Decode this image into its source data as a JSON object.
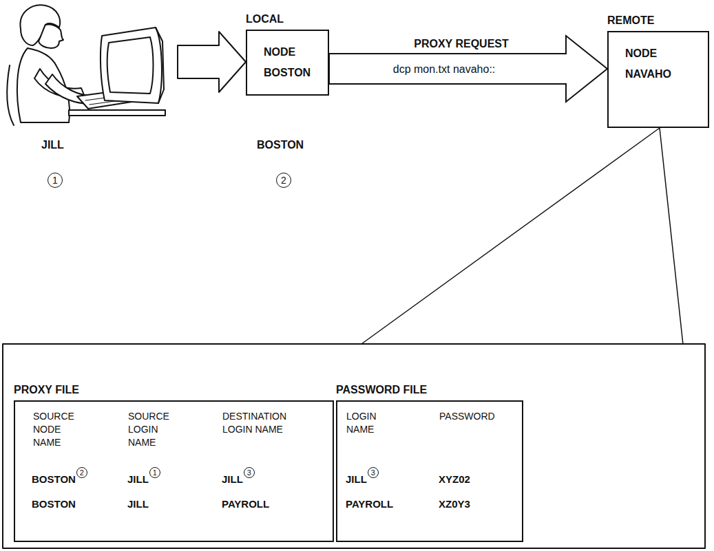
{
  "diagram": {
    "nodes": [
      {
        "text": [
          "LOCAL",
          "NODE BOSTON"
        ]
      },
      {
        "text": [
          "REMOTE",
          "NODE NAVAHO"
        ]
      },
      {
        "text": [
          "PROXY FILE"
        ]
      },
      {
        "text": [
          "PASSWORD FILE"
        ]
      }
    ],
    "edges": [
      {
        "from": 0,
        "to": 1,
        "arrow": "to",
        "label": "PROXY REQUEST"
      }
    ],
    "labels": [
      "JILL",
      "1",
      "BOSTON",
      "2",
      "dcp mon.txt navaho::",
      "SOURCE NODE NAME",
      "SOURCE LOGIN NAME",
      "DESTINATION LOGIN NAME",
      "LOGIN NAME",
      "PASSWORD",
      "BOSTON",
      "2",
      "JILL",
      "1",
      "JILL",
      "3",
      "BOSTON",
      "JILL",
      "PAYROLL",
      "JILL",
      "3",
      "XYZ02",
      "PAYROLL",
      "XZ0Y3"
    ]
  }
}
